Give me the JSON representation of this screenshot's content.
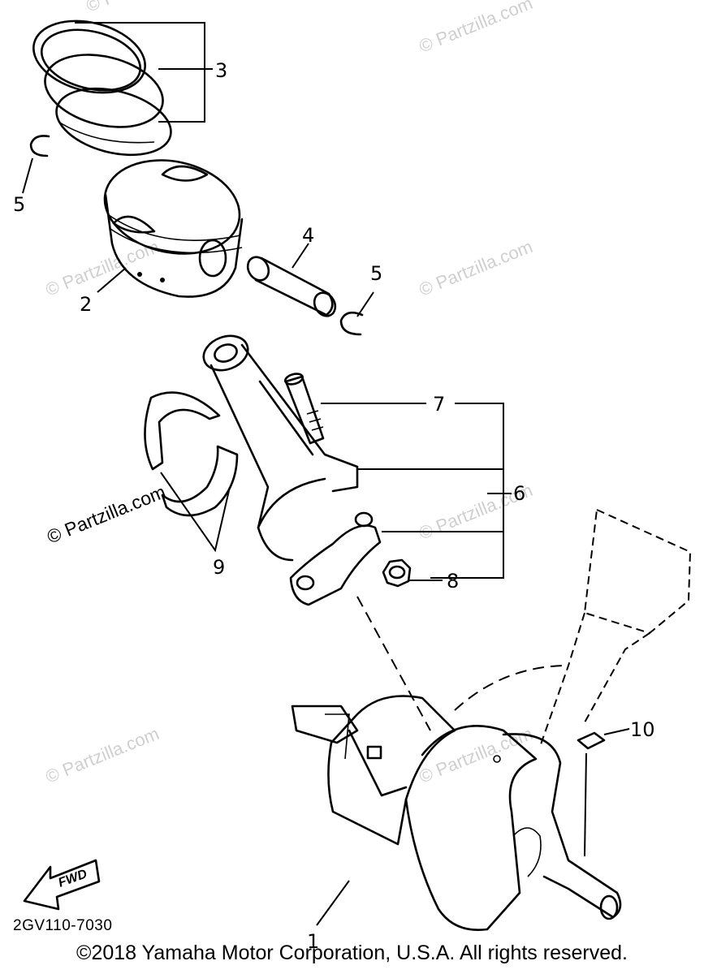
{
  "callouts": [
    {
      "id": "1",
      "label": "1"
    },
    {
      "id": "2",
      "label": "2"
    },
    {
      "id": "3",
      "label": "3"
    },
    {
      "id": "4",
      "label": "4"
    },
    {
      "id": "5a",
      "label": "5"
    },
    {
      "id": "5b",
      "label": "5"
    },
    {
      "id": "6",
      "label": "6"
    },
    {
      "id": "7",
      "label": "7"
    },
    {
      "id": "8",
      "label": "8"
    },
    {
      "id": "9",
      "label": "9"
    },
    {
      "id": "10",
      "label": "10"
    }
  ],
  "fwd_label": "FWD",
  "diagram_code": "2GV110-7030",
  "watermark_text": "© Partzilla.com",
  "watermark_dark_text": "© Partzilla.com",
  "copyright": "©2018  Yamaha Motor Corporation, U.S.A. All rights reserved."
}
